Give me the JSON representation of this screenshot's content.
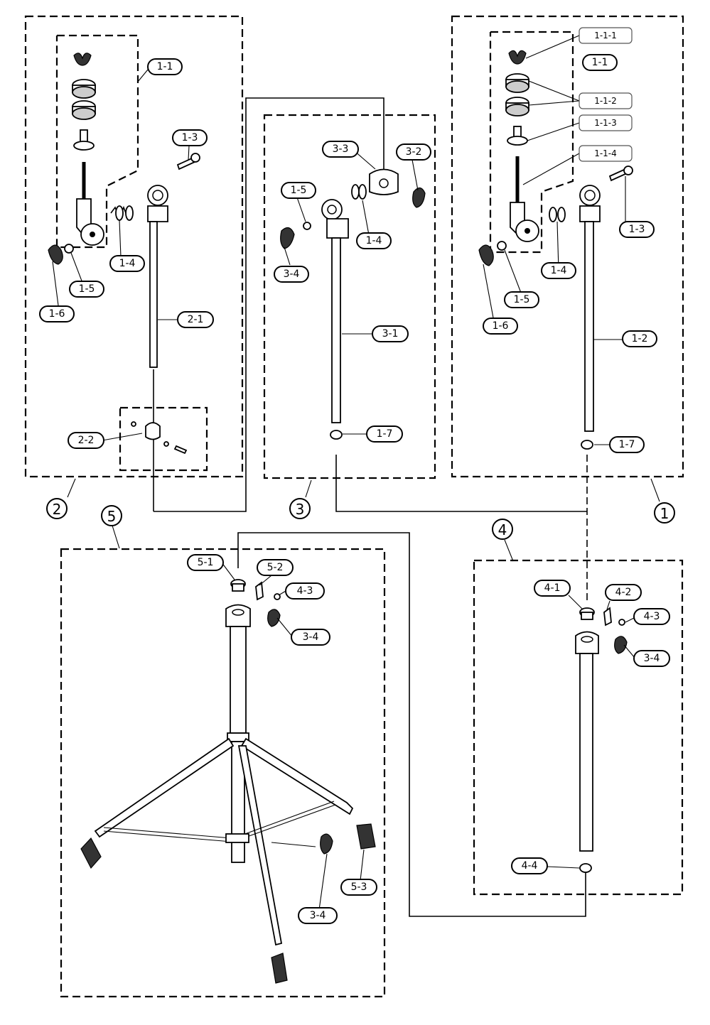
{
  "groups": [
    {
      "id": "1",
      "label": "1"
    },
    {
      "id": "2",
      "label": "2"
    },
    {
      "id": "3",
      "label": "3"
    },
    {
      "id": "4",
      "label": "4"
    },
    {
      "id": "5",
      "label": "5"
    }
  ],
  "callouts": {
    "g2_1_1": "1-1",
    "g2_1_3": "1-3",
    "g2_1_4": "1-4",
    "g2_1_5": "1-5",
    "g2_1_6": "1-6",
    "g2_2_1": "2-1",
    "g2_2_2": "2-2",
    "g3_3_3": "3-3",
    "g3_3_2": "3-2",
    "g3_1_5": "1-5",
    "g3_1_4": "1-4",
    "g3_3_4": "3-4",
    "g3_3_1": "3-1",
    "g3_1_7": "1-7",
    "g1_1_1_1": "1-1-1",
    "g1_1_1": "1-1",
    "g1_1_1_2": "1-1-2",
    "g1_1_1_3": "1-1-3",
    "g1_1_1_4": "1-1-4",
    "g1_1_3": "1-3",
    "g1_1_4": "1-4",
    "g1_1_5": "1-5",
    "g1_1_6": "1-6",
    "g1_1_2": "1-2",
    "g1_1_7": "1-7",
    "g4_4_1": "4-1",
    "g4_4_2": "4-2",
    "g4_4_3": "4-3",
    "g4_3_4": "3-4",
    "g4_4_4": "4-4",
    "g5_5_1": "5-1",
    "g5_5_2": "5-2",
    "g5_4_3": "4-3",
    "g5_3_4a": "3-4",
    "g5_5_3": "5-3",
    "g5_3_4b": "3-4"
  }
}
